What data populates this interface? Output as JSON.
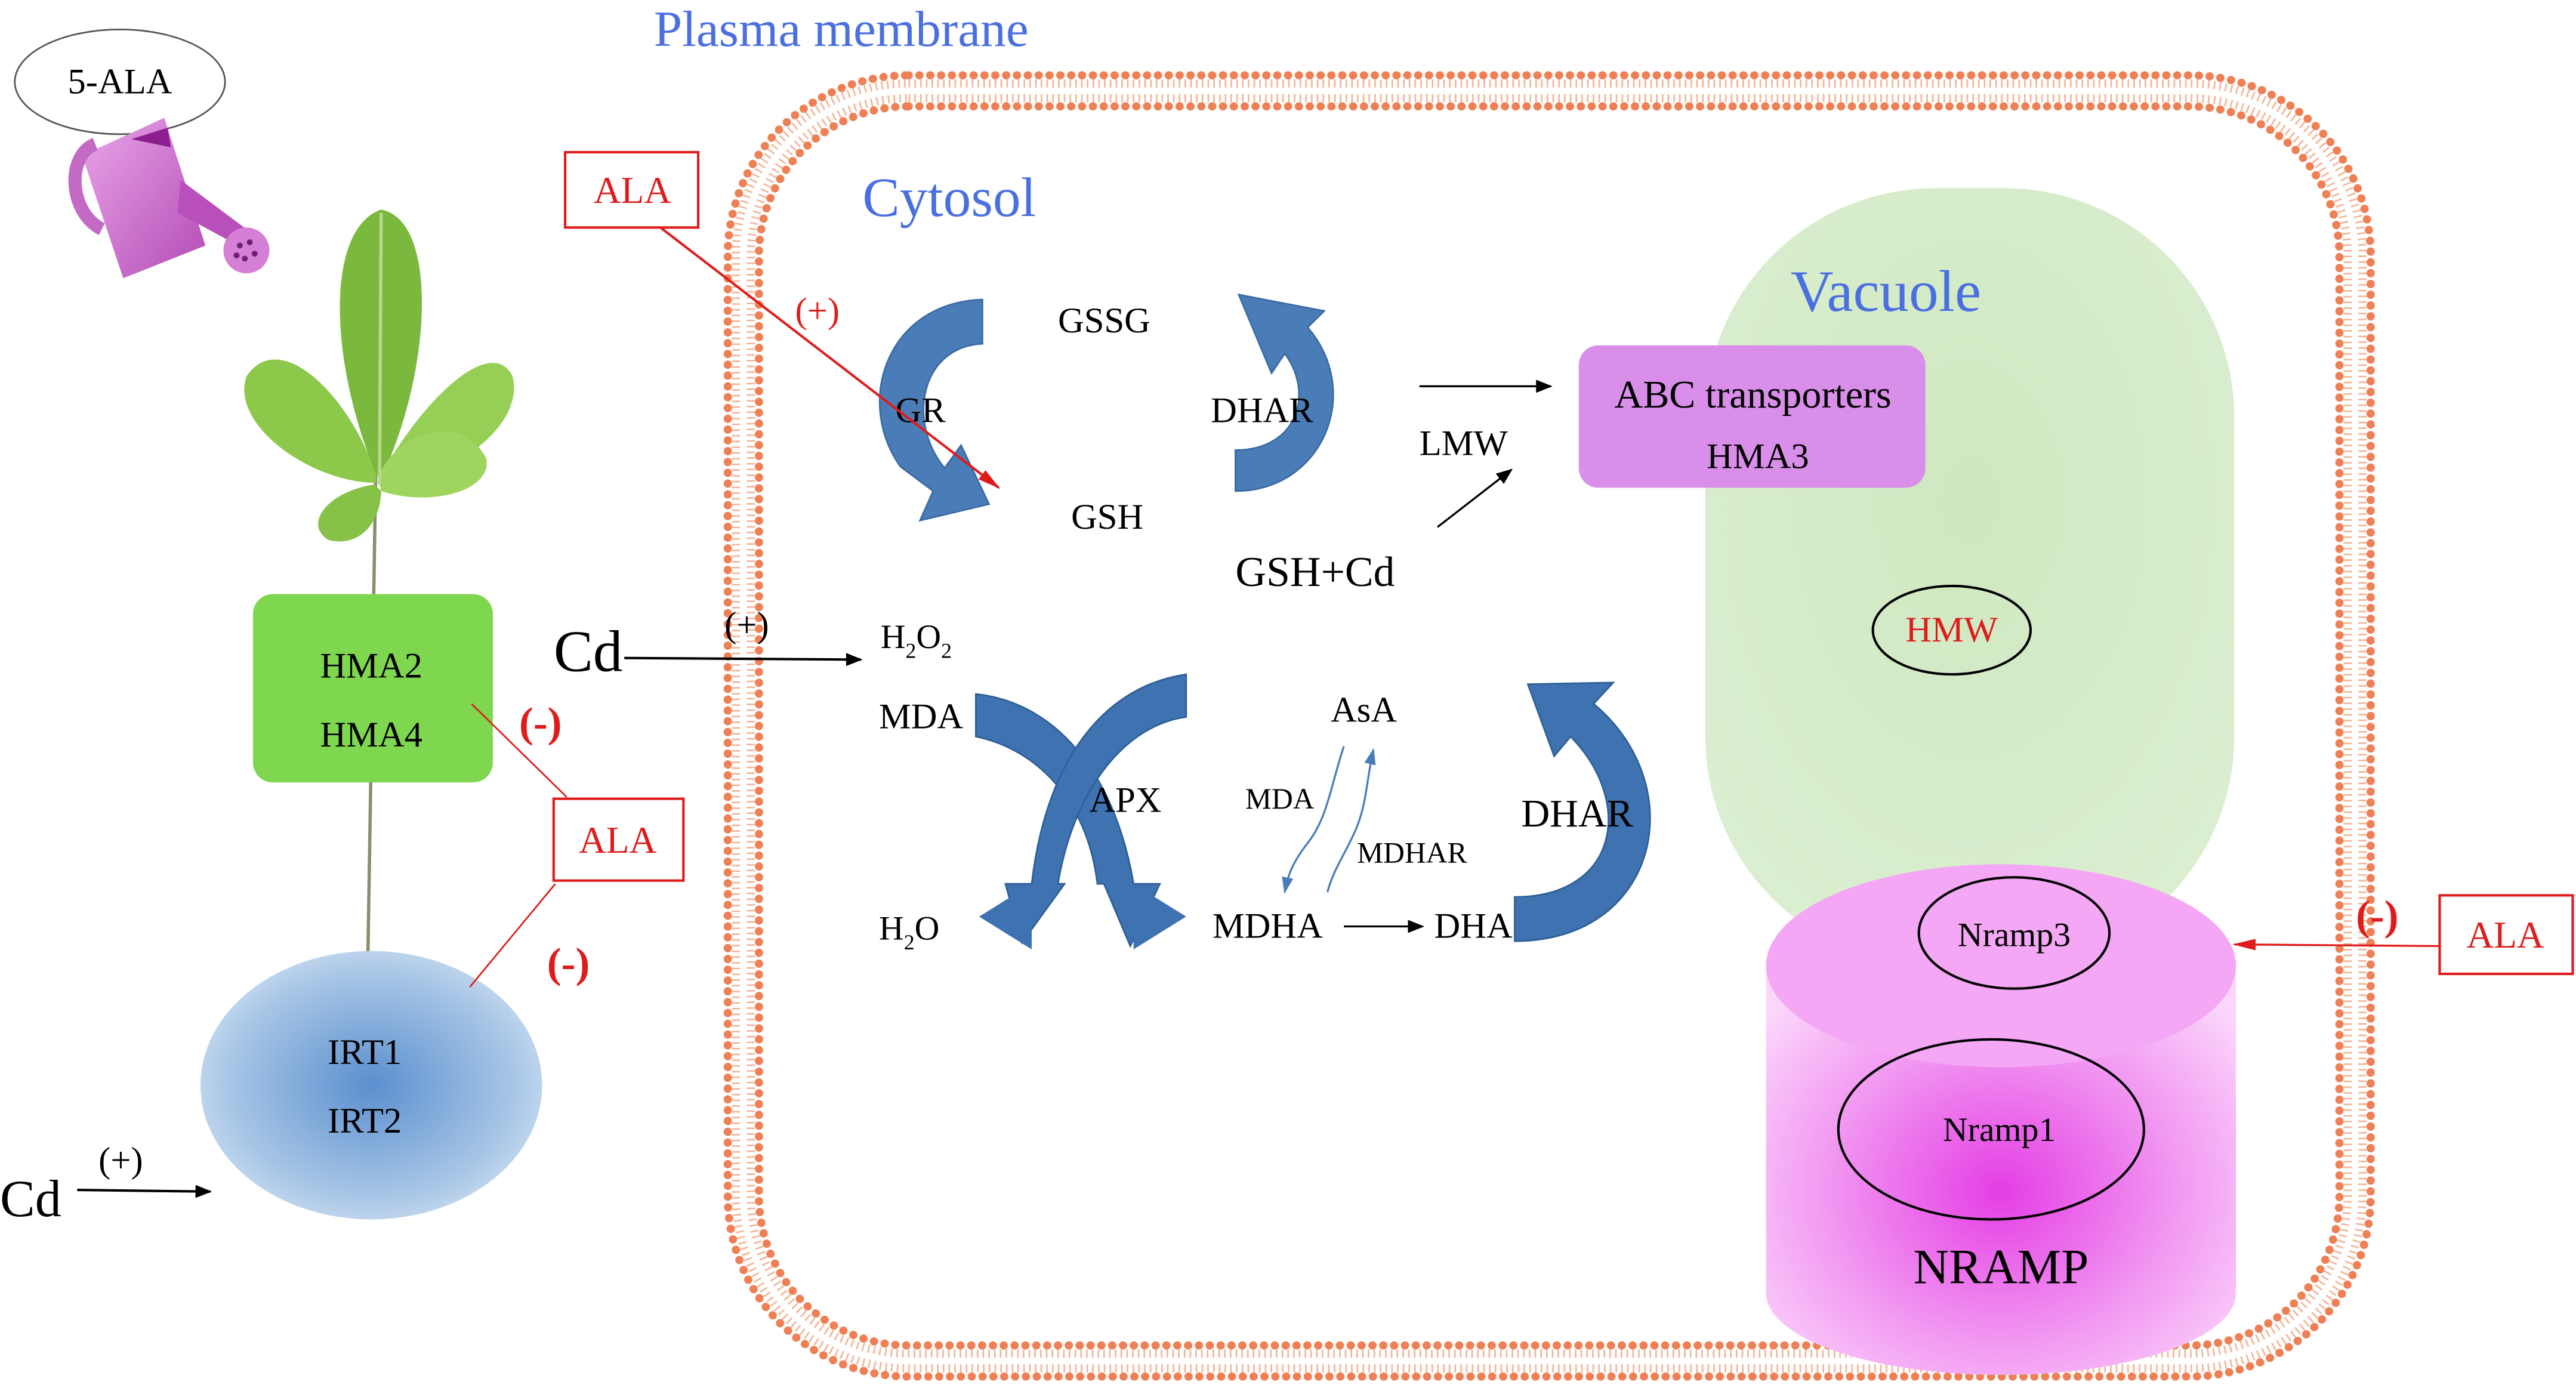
{
  "labels": {
    "plasma_membrane": "Plasma membrane",
    "cytosol": "Cytosol",
    "vacuole": "Vacuole",
    "five_ala": "5-ALA",
    "ala": "ALA",
    "plus": "(+)",
    "minus": "(-)",
    "cd": "Cd",
    "hma2": "HMA2",
    "hma4": "HMA4",
    "irt1": "IRT1",
    "irt2": "IRT2",
    "gssg": "GSSG",
    "gsh": "GSH",
    "gr": "GR",
    "dhar": "DHAR",
    "lmw": "LMW",
    "abc_transporters": "ABC transporters",
    "hma3": "HMA3",
    "gsh_cd": "GSH+Cd",
    "h2o2_h": "H",
    "h2o2_sub": "2",
    "h2o2_o": "O",
    "mda": "MDA",
    "apx": "APX",
    "asa": "AsA",
    "mdhar": "MDHAR",
    "h2o_h": "H",
    "h2o_sub": "2",
    "h2o_o": "O",
    "mdha": "MDHA",
    "dha": "DHA",
    "hmw": "HMW",
    "nramp3": "Nramp3",
    "nramp1": "Nramp1",
    "nramp": "NRAMP"
  },
  "colors": {
    "membrane": "#ef8055",
    "cytosol_label": "#4a6fe0",
    "vacuole_fill": "#d4ebc8",
    "abc_box": "#d98ee9",
    "hma_box": "#7fd64f",
    "irt_fill": "#9fbfe4",
    "nramp_fill": "#ef77ef",
    "arrow_blue": "#4a7db8",
    "inhibit_red": "#e01b1b"
  },
  "icons": [
    "watering-can-icon",
    "plant-icon"
  ]
}
